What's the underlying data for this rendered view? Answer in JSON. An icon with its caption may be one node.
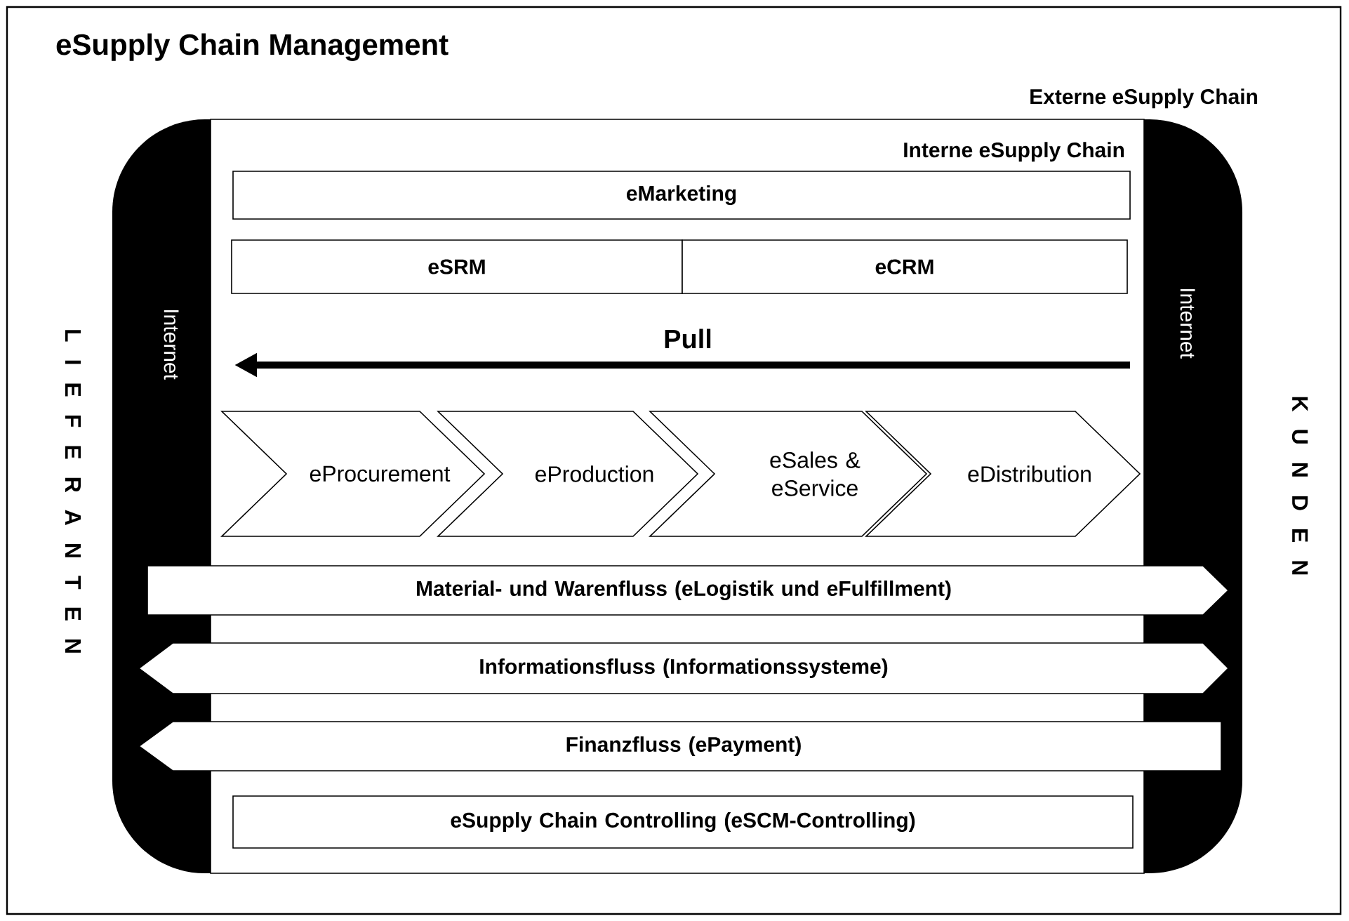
{
  "diagram": {
    "title": "eSupply Chain Management",
    "nodes": [
      {
        "text": [
          "eMarketing"
        ]
      },
      {
        "text": [
          "eSRM"
        ]
      },
      {
        "text": [
          "eCRM"
        ]
      },
      {
        "text": [
          "eProcurement"
        ]
      },
      {
        "text": [
          "eProduction"
        ]
      },
      {
        "text": [
          "eSales & eService"
        ]
      },
      {
        "text": [
          "eDistribution"
        ]
      },
      {
        "text": [
          "Material- und Warenfluss (eLogistik und eFulfillment)"
        ]
      },
      {
        "text": [
          "Informationsfluss (Informationssysteme)"
        ]
      },
      {
        "text": [
          "Finanzfluss (ePayment)"
        ]
      },
      {
        "text": [
          "eSupply Chain Controlling (eSCM-Controlling)"
        ]
      }
    ],
    "labels": [
      "Externe eSupply Chain",
      "Interne eSupply Chain",
      "Internet",
      "L I E F E R A N T E N",
      "Pull",
      "Internet",
      "K U N D E N"
    ]
  }
}
